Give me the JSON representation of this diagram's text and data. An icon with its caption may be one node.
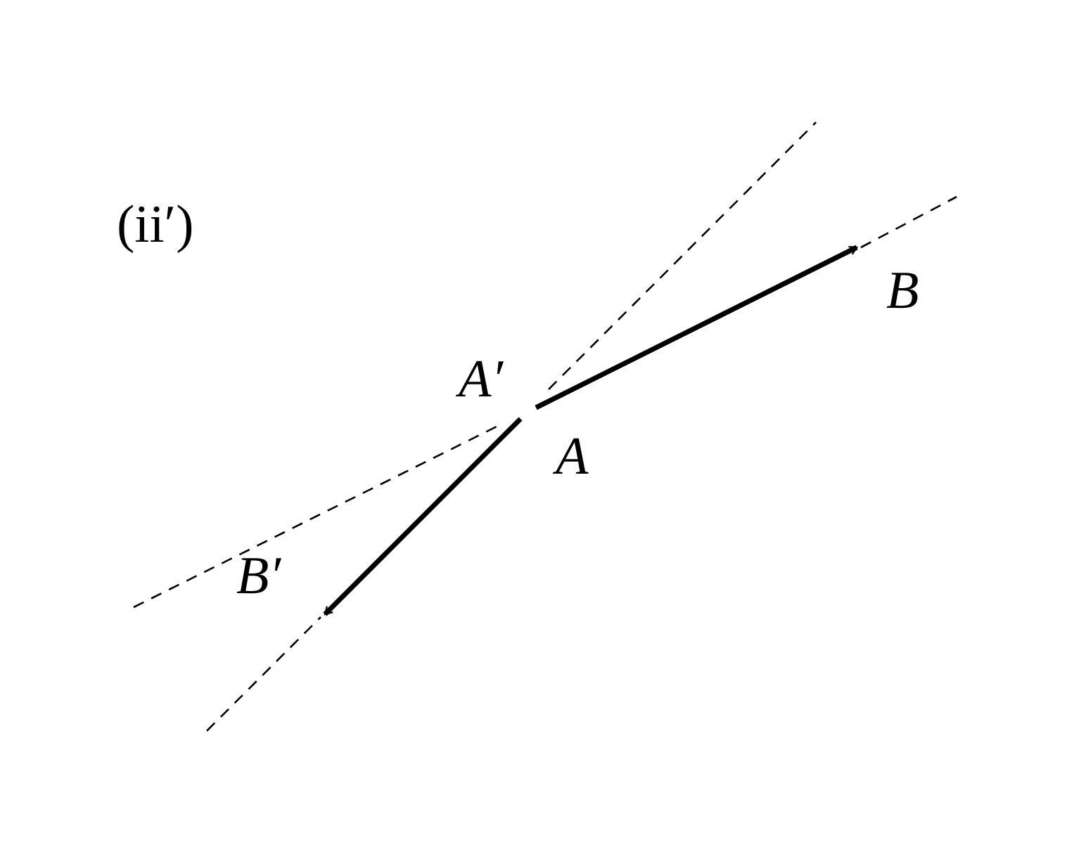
{
  "diagram": {
    "nodes": [
      {
        "text": [
          "B"
        ]
      },
      {
        "text": [
          "A′"
        ]
      },
      {
        "text": [
          "A"
        ]
      },
      {
        "text": [
          "B′"
        ]
      }
    ],
    "edges": [
      {
        "from": 2,
        "to": 0,
        "arrow": "to"
      },
      {
        "from": 1,
        "to": 3,
        "arrow": "to"
      }
    ],
    "labels": [
      "(ii′)"
    ]
  }
}
